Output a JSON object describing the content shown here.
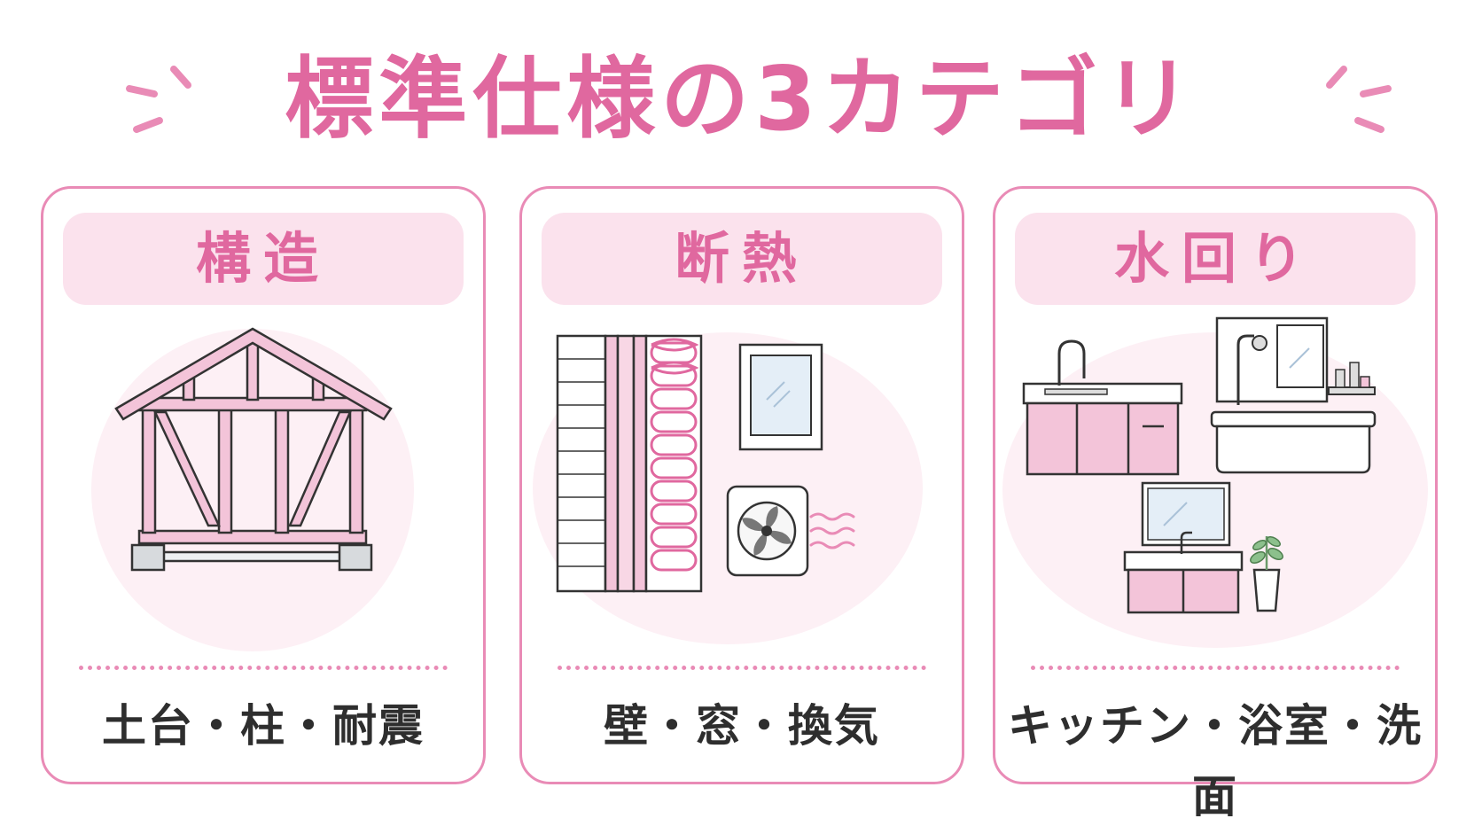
{
  "title": "標準仕様の3カテゴリ",
  "colors": {
    "accent": "#e0689f",
    "header_bg": "#fbe2ed",
    "border": "#e98bb6",
    "fill": "#f3c4d9"
  },
  "categories": [
    {
      "heading": "構造",
      "items": "土台・柱・耐震",
      "icon": "house-frame-icon"
    },
    {
      "heading": "断熱",
      "items": "壁・窓・換気",
      "icon": "insulation-icon"
    },
    {
      "heading": "水回り",
      "items": "キッチン・浴室・洗面",
      "icon": "water-fixtures-icon"
    }
  ]
}
